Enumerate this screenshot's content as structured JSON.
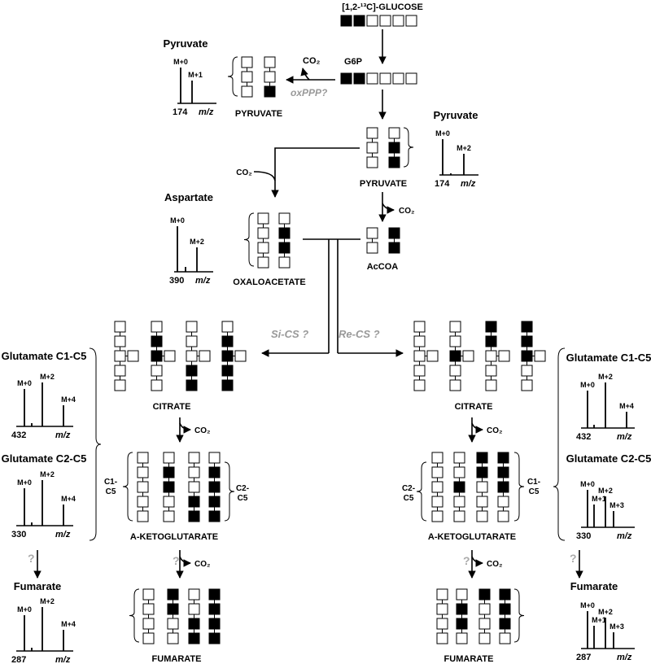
{
  "labels": {
    "glucose": "[1,2-¹³C]-GLUCOSE",
    "g6p": "G6P",
    "co2": "CO₂",
    "oxppp": "oxPPP?",
    "pyruvate_caps": "PYRUVATE",
    "oxaloacetate": "OXALOACETATE",
    "accoa": "AcCOA",
    "si_cs": "Si-CS ?",
    "re_cs": "Re-CS ?",
    "citrate": "CITRATE",
    "akg": "A-KETOGLUTARATE",
    "fumarate_caps": "FUMARATE",
    "c1c5_a": "C1-",
    "c1c5_b": "C5",
    "c2c5_a": "C2-",
    "c2c5_b": "C5",
    "question": "?"
  },
  "spectra": {
    "pyr_left": {
      "title": "Pyruvate",
      "mass": "174",
      "unit": "m/z",
      "p1": "M+0",
      "p2": "M+1"
    },
    "pyr_right": {
      "title": "Pyruvate",
      "mass": "174",
      "unit": "m/z",
      "p1": "M+0",
      "p2": "M+2"
    },
    "asp": {
      "title": "Aspartate",
      "mass": "390",
      "unit": "m/z",
      "p1": "M+0",
      "p2": "M+2"
    },
    "gluL1": {
      "title": "Glutamate C1-C5",
      "mass": "432",
      "unit": "m/z",
      "p1": "M+0",
      "p2": "M+2",
      "p3": "M+4"
    },
    "gluL2": {
      "title": "Glutamate C2-C5",
      "mass": "330",
      "unit": "m/z",
      "p1": "M+0",
      "p2": "M+2",
      "p3": "M+4"
    },
    "fumL": {
      "title": "Fumarate",
      "mass": "287",
      "unit": "m/z",
      "p1": "M+0",
      "p2": "M+2",
      "p3": "M+4"
    },
    "gluR1": {
      "title": "Glutamate C1-C5",
      "mass": "432",
      "unit": "m/z",
      "p1": "M+0",
      "p2": "M+2",
      "p3": "M+4"
    },
    "gluR2": {
      "title": "Glutamate C2-C5",
      "mass": "330",
      "unit": "m/z",
      "p1": "M+0",
      "p2": "M+1",
      "p3": "M+2",
      "p4": "M+3"
    },
    "fumR": {
      "title": "Fumarate",
      "mass": "287",
      "unit": "m/z",
      "p1": "M+0",
      "p2": "M+1",
      "p3": "M+2",
      "p4": "M+3"
    }
  },
  "colors": {
    "label_carbon": "#000000",
    "unlabeled_carbon": "#ffffff",
    "uncertain": "#999999"
  }
}
